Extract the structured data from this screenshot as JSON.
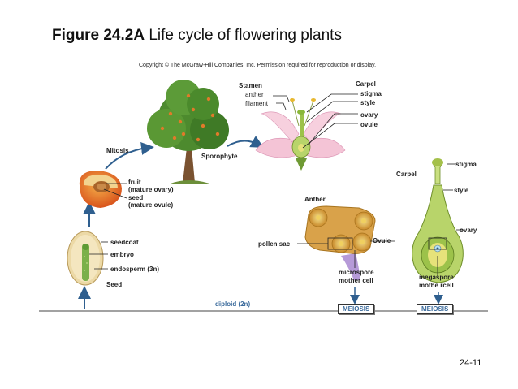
{
  "title": {
    "figure_number": "Figure 24.2A",
    "text": "Life cycle of flowering plants"
  },
  "copyright": "Copyright © The McGraw-Hill Companies, Inc. Permission required for reproduction or display.",
  "labels": {
    "stamen": "Stamen",
    "anther": "anther",
    "filament": "filament",
    "carpel_top": "Carpel",
    "stigma_top": "stigma",
    "style_top": "style",
    "ovary_top": "ovary",
    "ovule_top": "ovule",
    "mitosis": "Mitosis",
    "sporophyte": "Sporophyte",
    "fruit_line1": "fruit",
    "fruit_line2": "(mature ovary)",
    "seed_line1": "seed",
    "seed_line2": "(mature ovule)",
    "anther_section": "Anther",
    "pollen_sac": "pollen sac",
    "microspore_line1": "microspore",
    "microspore_line2": "mother cell",
    "carpel_right": "Carpel",
    "stigma_right": "stigma",
    "style_right": "style",
    "ovary_right": "ovary",
    "ovule_right": "Ovule",
    "megaspore_line1": "megaspore",
    "megaspore_line2": "mothe rcell",
    "seedcoat": "seedcoat",
    "embryo": "embryo",
    "endosperm": "endosperm (3n)",
    "seed_title": "Seed",
    "diploid": "diploid (2n)",
    "meiosis_left": "MEIOSIS",
    "meiosis_right": "MEIOSIS"
  },
  "page_number": "24-11",
  "colors": {
    "arrow": "#2f5f8f",
    "tree_foliage": "#4d8a2e",
    "fruit_dots": "#e07a2a",
    "petal": "#f4c4d6",
    "anther_tan": "#d9a24a",
    "pollen": "#f0d060",
    "carpel_green": "#b8d46a",
    "seed_tan": "#ecd9a6",
    "embryo_green": "#7bb04a"
  }
}
